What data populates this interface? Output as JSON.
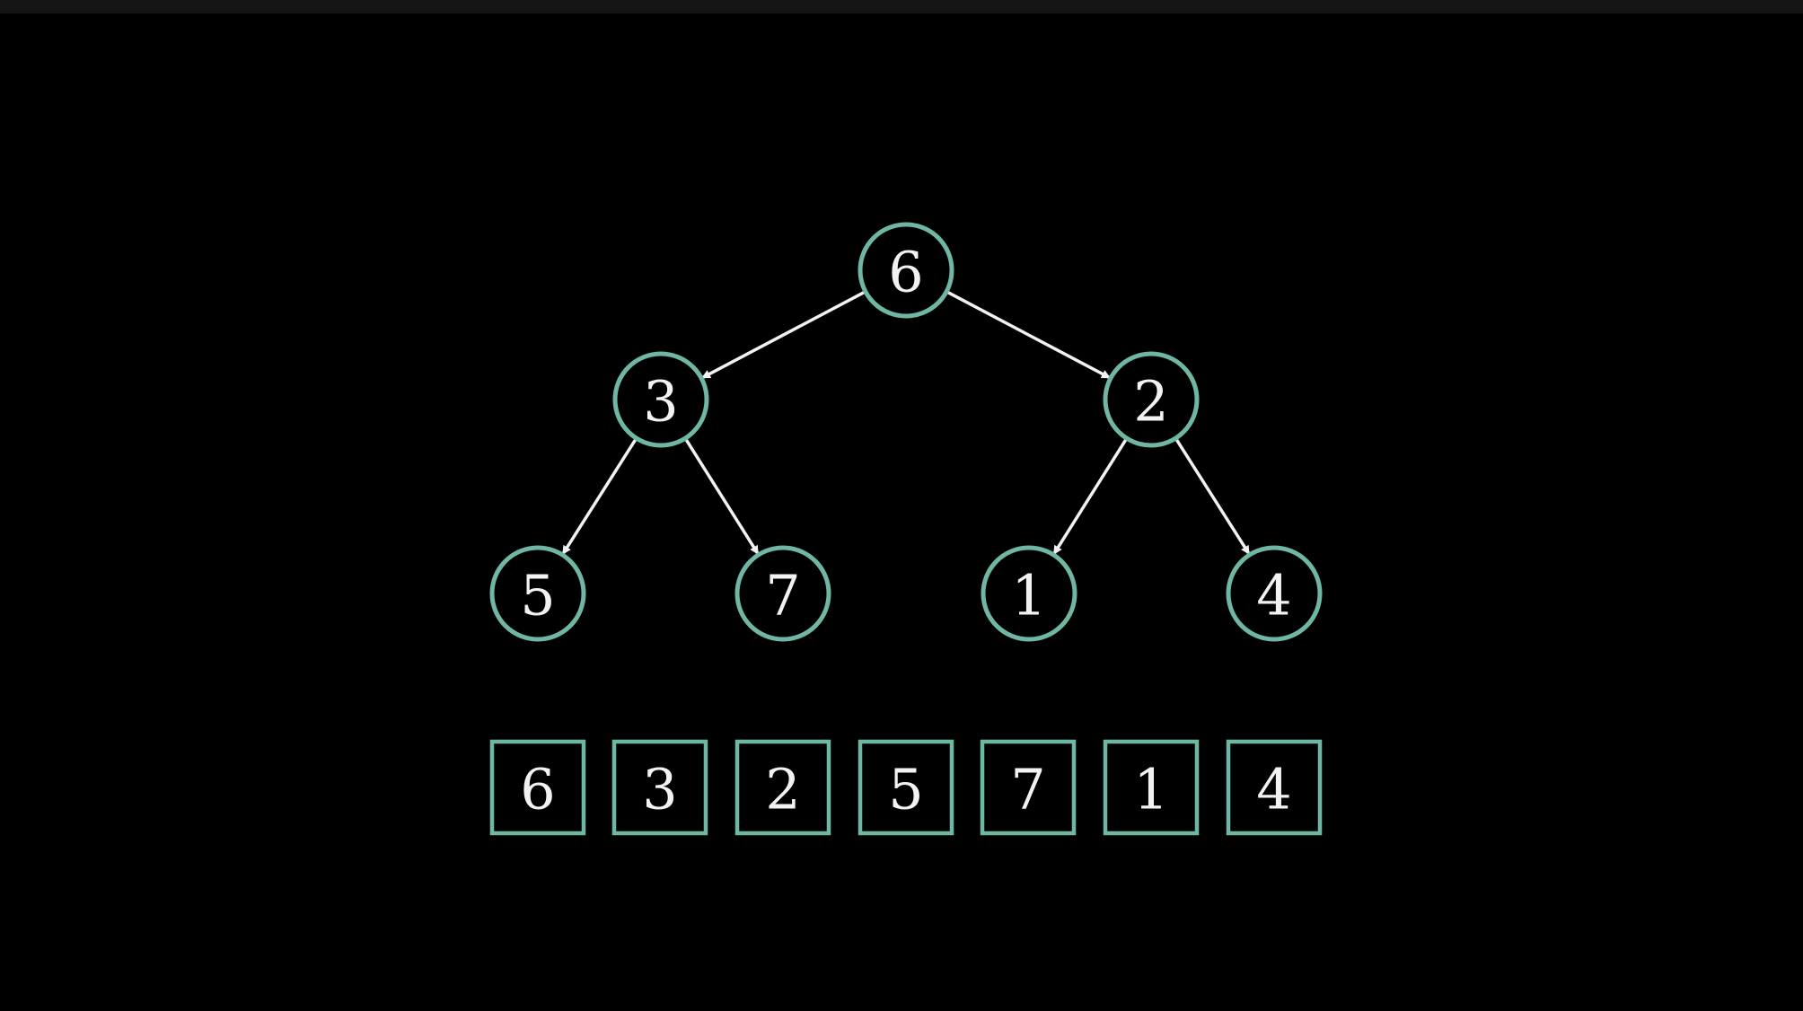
{
  "colors": {
    "background": "#000000",
    "node_stroke": "#6fb6a5",
    "text": "#f2f2f2",
    "edge": "#f2f2f2"
  },
  "tree": {
    "nodes": [
      "6",
      "3",
      "2",
      "5",
      "7",
      "1",
      "4"
    ],
    "edges": [
      [
        0,
        1
      ],
      [
        0,
        2
      ],
      [
        1,
        3
      ],
      [
        1,
        4
      ],
      [
        2,
        5
      ],
      [
        2,
        6
      ]
    ]
  },
  "array": {
    "cells": [
      "6",
      "3",
      "2",
      "5",
      "7",
      "1",
      "4"
    ]
  }
}
